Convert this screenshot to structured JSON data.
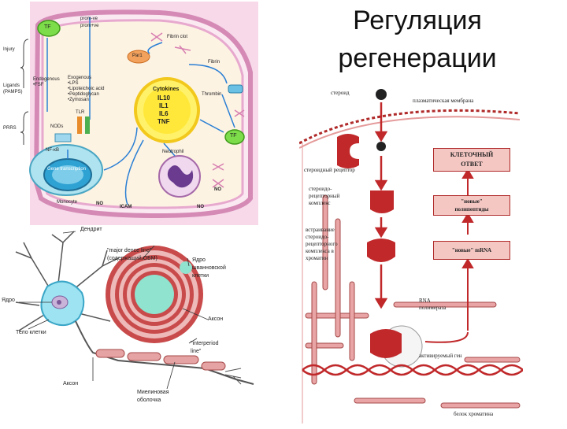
{
  "title": {
    "line1": "Регуляция",
    "line2": "регенерации"
  },
  "inflammation": {
    "tf_top": "TF",
    "pathogen_left_1": "Injury",
    "pathogen_left_2": "Ligands",
    "pathogen_left_3": "(PAMPS)",
    "prrs": "PRRS",
    "endogenous": "Endogenous\n•FSF",
    "exogenous": "Exogenous\n•LPS\n•Lipoteichoic acid\n•Peptidoglycan\n•Zymosan",
    "prom_top": "prom-ve\nprom+ve",
    "fibrin_clot": "Fibrin clot",
    "fibrin": "Fibrin",
    "par1": "Par1",
    "cytokines_title": "Cytokines",
    "cytokines": [
      "IL10",
      "IL1",
      "IL6",
      "TNF"
    ],
    "thrombin": "Thrombin",
    "tf_right": "TF",
    "tlr": "TLR",
    "nods": "NODs",
    "nfkb": "NF-κB",
    "gene_transcription": "Gene transcription",
    "neutrophil": "Neutrophil",
    "monocyte": "Monocyte",
    "no_1": "NO",
    "no_2": "NO",
    "no_3": "NO",
    "icam": "ICAM"
  },
  "neuron": {
    "dendrite": "Дендрит",
    "nucleus": "Ядро",
    "cell_body": "Тело клетки",
    "axon_bottom": "Аксон",
    "myelin_sheath": "Миелиновая\nоболочка",
    "major_dense_line": "\"major dence line\"\n(содержащий ОБМ)",
    "schwann_nucleus": "Ядро\nшванновской\nклетки",
    "axon_cross": "Аксон",
    "interperiod_line": "\"interperiod\nline\""
  },
  "steroid": {
    "steroid": "стероид",
    "plasma_membrane": "плазматическая мембрана",
    "receptor": "стероидный рецептор",
    "complex": "стероидо-\nрецепторный\nкомплекс",
    "integration": "встраивание\nстероидо-\nрецепторного\nкомплекса в\nхроматин",
    "rna_polymerase": "RNA\nполимераза",
    "active_gene": "активируемый\nген",
    "chromatin_protein": "белок хроматина",
    "cell_response": "КЛЕТОЧНЫЙ\nОТВЕТ",
    "new_polypeptides": "\"новые\"\nполипептиды",
    "new_mrna": "\"новые\" mRNA"
  }
}
